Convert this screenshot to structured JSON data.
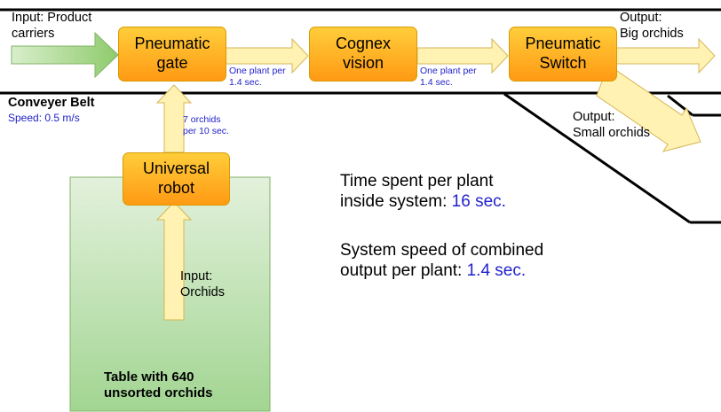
{
  "input_carriers": "Input: Product\ncarriers",
  "boxes": {
    "gate": "Pneumatic\ngate",
    "vision": "Cognex\nvision",
    "switch": "Pneumatic\nSwitch",
    "robot": "Universal\nrobot"
  },
  "rates": {
    "gate_to_vision": "One plant per\n1.4 sec.",
    "vision_to_switch": "One plant per\n1.4 sec.",
    "robot_to_gate": "7 orchids\nper 10 sec."
  },
  "outputs": {
    "big": "Output:\nBig orchids",
    "small": "Output:\nSmall orchids"
  },
  "conveyor": {
    "label": "Conveyer Belt",
    "speed": "Speed: 0.5 m/s"
  },
  "input_orchids": "Input:\nOrchids",
  "table": "Table with 640\nunsorted orchids",
  "stats": {
    "time_label": "Time spent per plant\ninside system: ",
    "time_value": "16 sec.",
    "speed_label": "System speed of combined\noutput per plant: ",
    "speed_value": "1.4 sec."
  },
  "colors": {
    "box_fill": "#ffb01f",
    "arrow_fill": "#fff2b3",
    "input_arrow": "#97d077",
    "table_fill": "#a9d79b",
    "value_text": "#2222cc"
  }
}
